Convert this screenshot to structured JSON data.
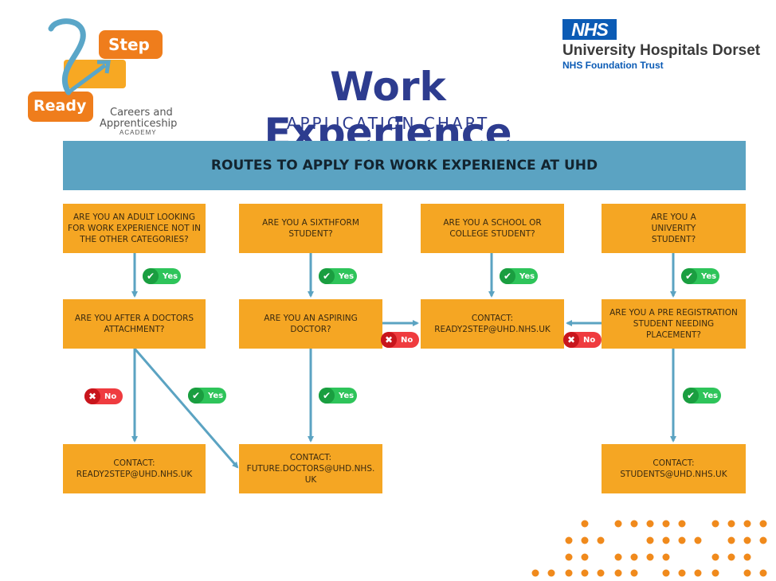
{
  "logos": {
    "ready2step": {
      "step": "Step",
      "ready": "Ready",
      "line1": "Careers and",
      "line2": "Apprenticeship",
      "line3": "ACADEMY"
    },
    "nhs": {
      "badge": "NHS",
      "name": "University Hospitals Dorset",
      "trust": "NHS Foundation Trust"
    }
  },
  "header": {
    "title": "Work Experience",
    "subtitle": "APPLICATION CHART"
  },
  "banner": "ROUTES TO APPLY FOR WORK EXPERIENCE AT UHD",
  "nodes": {
    "q_adult": "ARE YOU AN ADULT LOOKING FOR WORK EXPERIENCE NOT IN THE  OTHER CATEGORIES?",
    "q_sixthform": "ARE YOU A SIXTHFORM STUDENT?",
    "q_school": "ARE YOU A SCHOOL OR COLLEGE STUDENT?",
    "q_university": "ARE YOU A UNIVERITY STUDENT?",
    "q_doctors": "ARE YOU AFTER A DOCTORS ATTACHMENT?",
    "q_aspiring": "ARE YOU AN ASPIRING DOCTOR?",
    "c_ready_mid": "CONTACT: READY2STEP@UHD.NHS.UK",
    "q_prereg": "ARE YOU A PRE REGISTRATION STUDENT NEEDING PLACEMENT?",
    "c_ready_bottom": "CONTACT: READY2STEP@UHD.NHS.UK",
    "c_future": "CONTACT: FUTURE.DOCTORS@UHD.NHS. UK",
    "c_students": "CONTACT: STUDENTS@UHD.NHS.UK"
  },
  "labels": {
    "yes": "Yes",
    "no": "No"
  },
  "colors": {
    "box": "#f5a623",
    "banner": "#5ba3c2",
    "arrow": "#5ba3c2",
    "title": "#2d3c8f",
    "yes": "#2ec45a",
    "no": "#ef3b3f",
    "dots": "#f08a1c"
  }
}
